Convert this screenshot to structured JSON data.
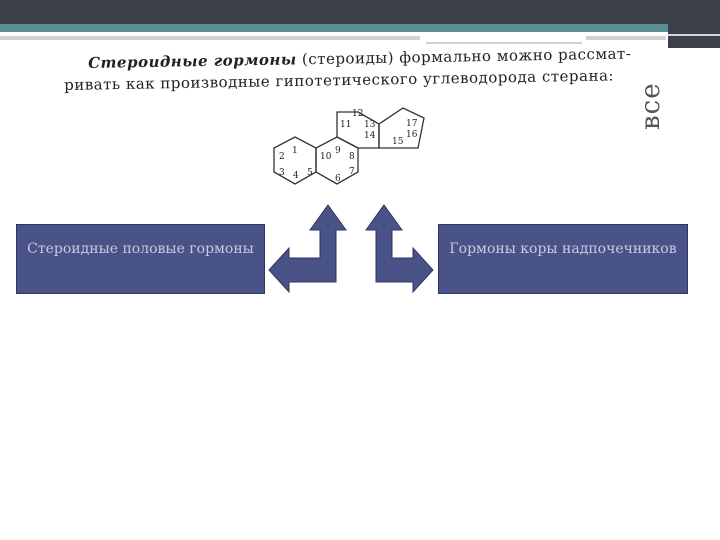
{
  "caption": {
    "line1_italic": "Стероидные гормоны",
    "line1_rest": " (стероиды) формально можно рассмат-",
    "line2": "ривать как производные гипотетического углеводорода стерана:"
  },
  "vertical_text": "все",
  "sterane_numbers": [
    "1",
    "2",
    "3",
    "4",
    "5",
    "6",
    "7",
    "8",
    "9",
    "10",
    "11",
    "12",
    "13",
    "14",
    "15",
    "16",
    "17"
  ],
  "boxes": {
    "left": "Стероидные половые гормоны",
    "right": "Гормоны коры надпочечников"
  },
  "colors": {
    "box_fill": "#4a5387",
    "box_text": "#c6cbe2",
    "arrow_fill": "#4a5387",
    "header_dark": "#3b3f4a",
    "header_teal": "#5e8f92"
  }
}
